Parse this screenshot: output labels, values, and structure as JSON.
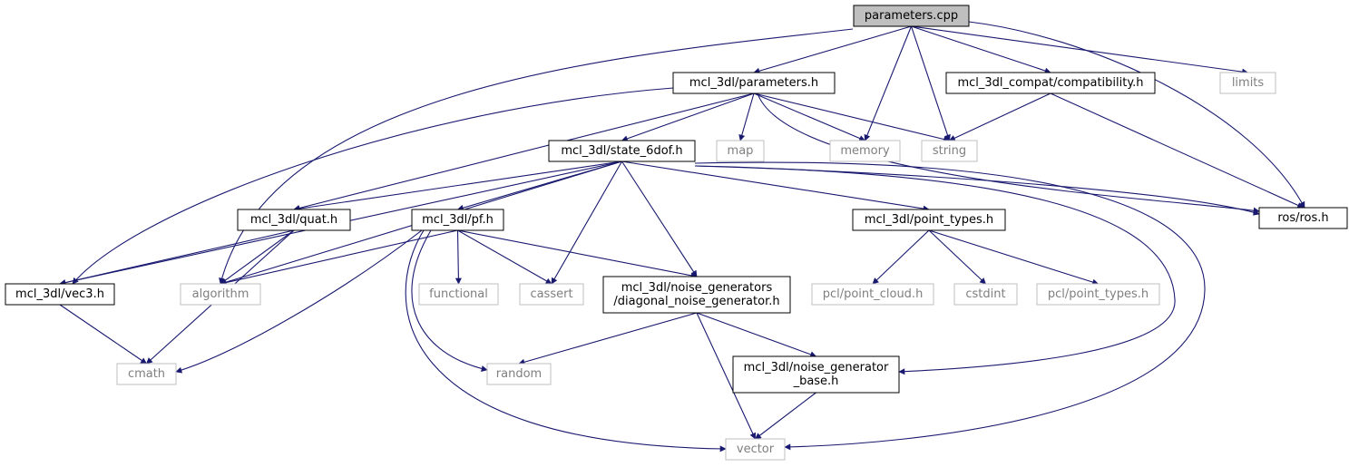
{
  "nodes": [
    {
      "id": "parameters_cpp",
      "label": "parameters.cpp",
      "kind": "root"
    },
    {
      "id": "mcl_parameters",
      "label": "mcl_3dl/parameters.h",
      "kind": "solid"
    },
    {
      "id": "compat",
      "label": "mcl_3dl_compat/compatibility.h",
      "kind": "solid"
    },
    {
      "id": "limits",
      "label": "limits",
      "kind": "ext"
    },
    {
      "id": "state",
      "label": "mcl_3dl/state_6dof.h",
      "kind": "solid"
    },
    {
      "id": "map",
      "label": "map",
      "kind": "ext"
    },
    {
      "id": "memory",
      "label": "memory",
      "kind": "ext"
    },
    {
      "id": "string",
      "label": "string",
      "kind": "ext"
    },
    {
      "id": "ros",
      "label": "ros/ros.h",
      "kind": "solid"
    },
    {
      "id": "quat",
      "label": "mcl_3dl/quat.h",
      "kind": "solid"
    },
    {
      "id": "pf",
      "label": "mcl_3dl/pf.h",
      "kind": "solid"
    },
    {
      "id": "point_types",
      "label": "mcl_3dl/point_types.h",
      "kind": "solid"
    },
    {
      "id": "vec3",
      "label": "mcl_3dl/vec3.h",
      "kind": "solid"
    },
    {
      "id": "algorithm",
      "label": "algorithm",
      "kind": "ext"
    },
    {
      "id": "functional",
      "label": "functional",
      "kind": "ext"
    },
    {
      "id": "cassert",
      "label": "cassert",
      "kind": "ext"
    },
    {
      "id": "diag",
      "label": "mcl_3dl/noise_generators\n/diagonal_noise_generator.h",
      "kind": "solid"
    },
    {
      "id": "pcl_cloud",
      "label": "pcl/point_cloud.h",
      "kind": "ext"
    },
    {
      "id": "cstdint",
      "label": "cstdint",
      "kind": "ext"
    },
    {
      "id": "pcl_types",
      "label": "pcl/point_types.h",
      "kind": "ext"
    },
    {
      "id": "cmath",
      "label": "cmath",
      "kind": "ext"
    },
    {
      "id": "random",
      "label": "random",
      "kind": "ext"
    },
    {
      "id": "noise_base",
      "label": "mcl_3dl/noise_generator\n_base.h",
      "kind": "solid"
    },
    {
      "id": "vector",
      "label": "vector",
      "kind": "ext"
    }
  ],
  "edges": [
    {
      "from": "parameters_cpp",
      "to": "mcl_parameters"
    },
    {
      "from": "parameters_cpp",
      "to": "compat"
    },
    {
      "from": "parameters_cpp",
      "to": "limits"
    },
    {
      "from": "parameters_cpp",
      "to": "memory"
    },
    {
      "from": "parameters_cpp",
      "to": "string"
    },
    {
      "from": "parameters_cpp",
      "to": "ros"
    },
    {
      "from": "parameters_cpp",
      "to": "algorithm"
    },
    {
      "from": "mcl_parameters",
      "to": "state"
    },
    {
      "from": "mcl_parameters",
      "to": "map"
    },
    {
      "from": "mcl_parameters",
      "to": "memory"
    },
    {
      "from": "mcl_parameters",
      "to": "string"
    },
    {
      "from": "mcl_parameters",
      "to": "ros"
    },
    {
      "from": "mcl_parameters",
      "to": "quat"
    },
    {
      "from": "mcl_parameters",
      "to": "vec3"
    },
    {
      "from": "compat",
      "to": "string"
    },
    {
      "from": "compat",
      "to": "ros"
    },
    {
      "from": "state",
      "to": "quat"
    },
    {
      "from": "state",
      "to": "pf"
    },
    {
      "from": "state",
      "to": "point_types"
    },
    {
      "from": "state",
      "to": "ros"
    },
    {
      "from": "state",
      "to": "vec3"
    },
    {
      "from": "state",
      "to": "algorithm"
    },
    {
      "from": "state",
      "to": "cassert"
    },
    {
      "from": "state",
      "to": "diag"
    },
    {
      "from": "state",
      "to": "noise_base"
    },
    {
      "from": "state",
      "to": "vector"
    },
    {
      "from": "quat",
      "to": "vec3"
    },
    {
      "from": "quat",
      "to": "algorithm"
    },
    {
      "from": "quat",
      "to": "cmath"
    },
    {
      "from": "pf",
      "to": "algorithm"
    },
    {
      "from": "pf",
      "to": "functional"
    },
    {
      "from": "pf",
      "to": "cassert"
    },
    {
      "from": "pf",
      "to": "diag"
    },
    {
      "from": "pf",
      "to": "cmath"
    },
    {
      "from": "pf",
      "to": "random"
    },
    {
      "from": "pf",
      "to": "vector"
    },
    {
      "from": "point_types",
      "to": "pcl_cloud"
    },
    {
      "from": "point_types",
      "to": "cstdint"
    },
    {
      "from": "point_types",
      "to": "pcl_types"
    },
    {
      "from": "vec3",
      "to": "cmath"
    },
    {
      "from": "diag",
      "to": "random"
    },
    {
      "from": "diag",
      "to": "noise_base"
    },
    {
      "from": "diag",
      "to": "vector"
    },
    {
      "from": "noise_base",
      "to": "vector"
    }
  ],
  "colors": {
    "edge": "#191970",
    "root_fill": "#bfbfbf",
    "ext_border": "#bfbfbf",
    "ext_text": "#7f7f7f"
  }
}
